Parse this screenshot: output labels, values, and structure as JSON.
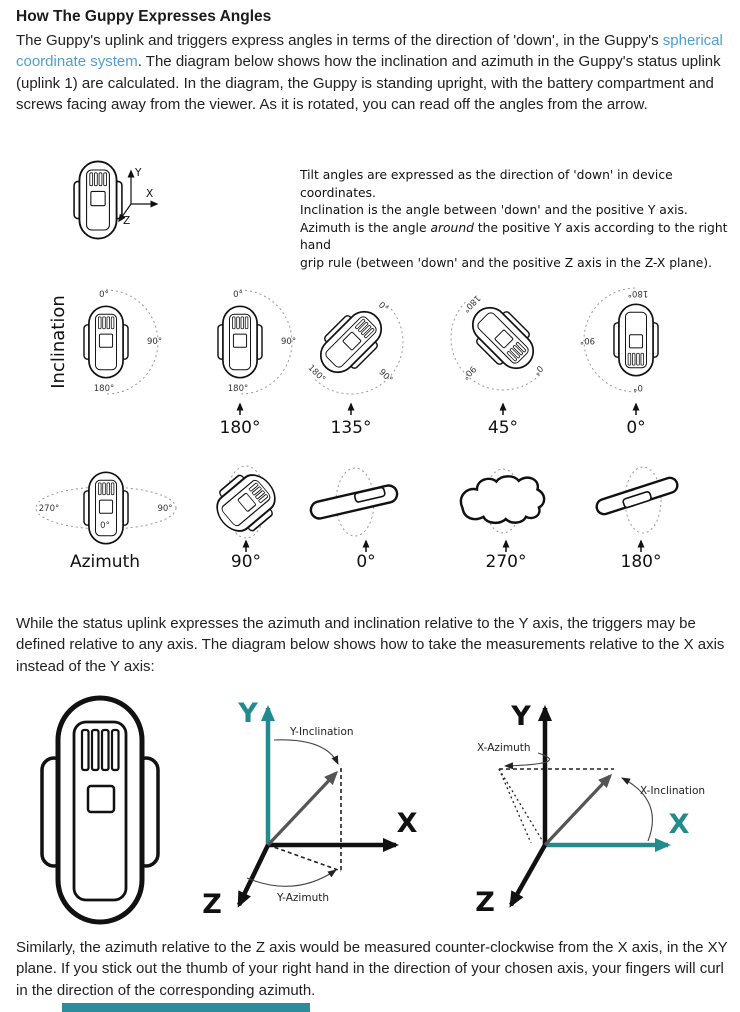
{
  "header": {
    "title": "How The Guppy Expresses Angles"
  },
  "intro": {
    "pre": "The Guppy's uplink and triggers express angles in terms of the direction of 'down', in the Guppy's ",
    "link": "spherical coordinate system",
    "post": ". The diagram below shows how the inclination and azimuth in the Guppy's status uplink (uplink 1) are calculated. In the diagram, the Guppy is standing upright, with the battery compartment and screws facing away from the viewer. As it is rotated, you can read off the angles from the arrow."
  },
  "tilt_note": {
    "line1": "Tilt angles are expressed as the direction of 'down' in device coordinates.",
    "line2": "Inclination is the angle between 'down' and the positive Y axis.",
    "line3_pre": "Azimuth is the angle ",
    "line3_em": "around",
    "line3_post": " the positive Y axis according to the right hand",
    "line4": "grip rule (between 'down' and the positive Z axis in the Z-X plane)."
  },
  "small_axes": {
    "x": "X",
    "y": "Y",
    "z": "Z"
  },
  "inclination_row": {
    "label": "Inclination",
    "arc_top": "0°",
    "arc_right": "90°",
    "arc_bottom": "180°",
    "angles": [
      "180°",
      "135°",
      "45°",
      "0°"
    ]
  },
  "azimuth_row": {
    "label": "Azimuth",
    "left": "270°",
    "right": "90°",
    "zero": "0°",
    "angles": [
      "90°",
      "0°",
      "270°",
      "180°"
    ]
  },
  "para2": "While the status uplink expresses the azimuth and inclination relative to the Y axis, the triggers may be defined relative to any axis. The diagram below shows how to take the measurements relative to the X axis instead of the Y axis:",
  "y_diagram": {
    "y_label": "Y",
    "x_label": "X",
    "z_label": "Z",
    "inclination_label": "Y-Inclination",
    "azimuth_label": "Y-Azimuth"
  },
  "x_diagram": {
    "y_label": "Y",
    "x_label": "X",
    "z_label": "Z",
    "inclination_label": "X-Inclination",
    "azimuth_label": "X-Azimuth"
  },
  "para3": "Similarly, the azimuth relative to the Z axis would be measured counter-clockwise from the X axis, in the XY plane. If you stick out the thumb of your right hand in the direction of your chosen axis, your fingers will curl in the direction of the corresponding azimuth.",
  "colors": {
    "teal_axis": "#238b8e",
    "link_blue": "#4d9fd3",
    "footer_teal": "#2d8c9c",
    "body_text": "#222222"
  }
}
